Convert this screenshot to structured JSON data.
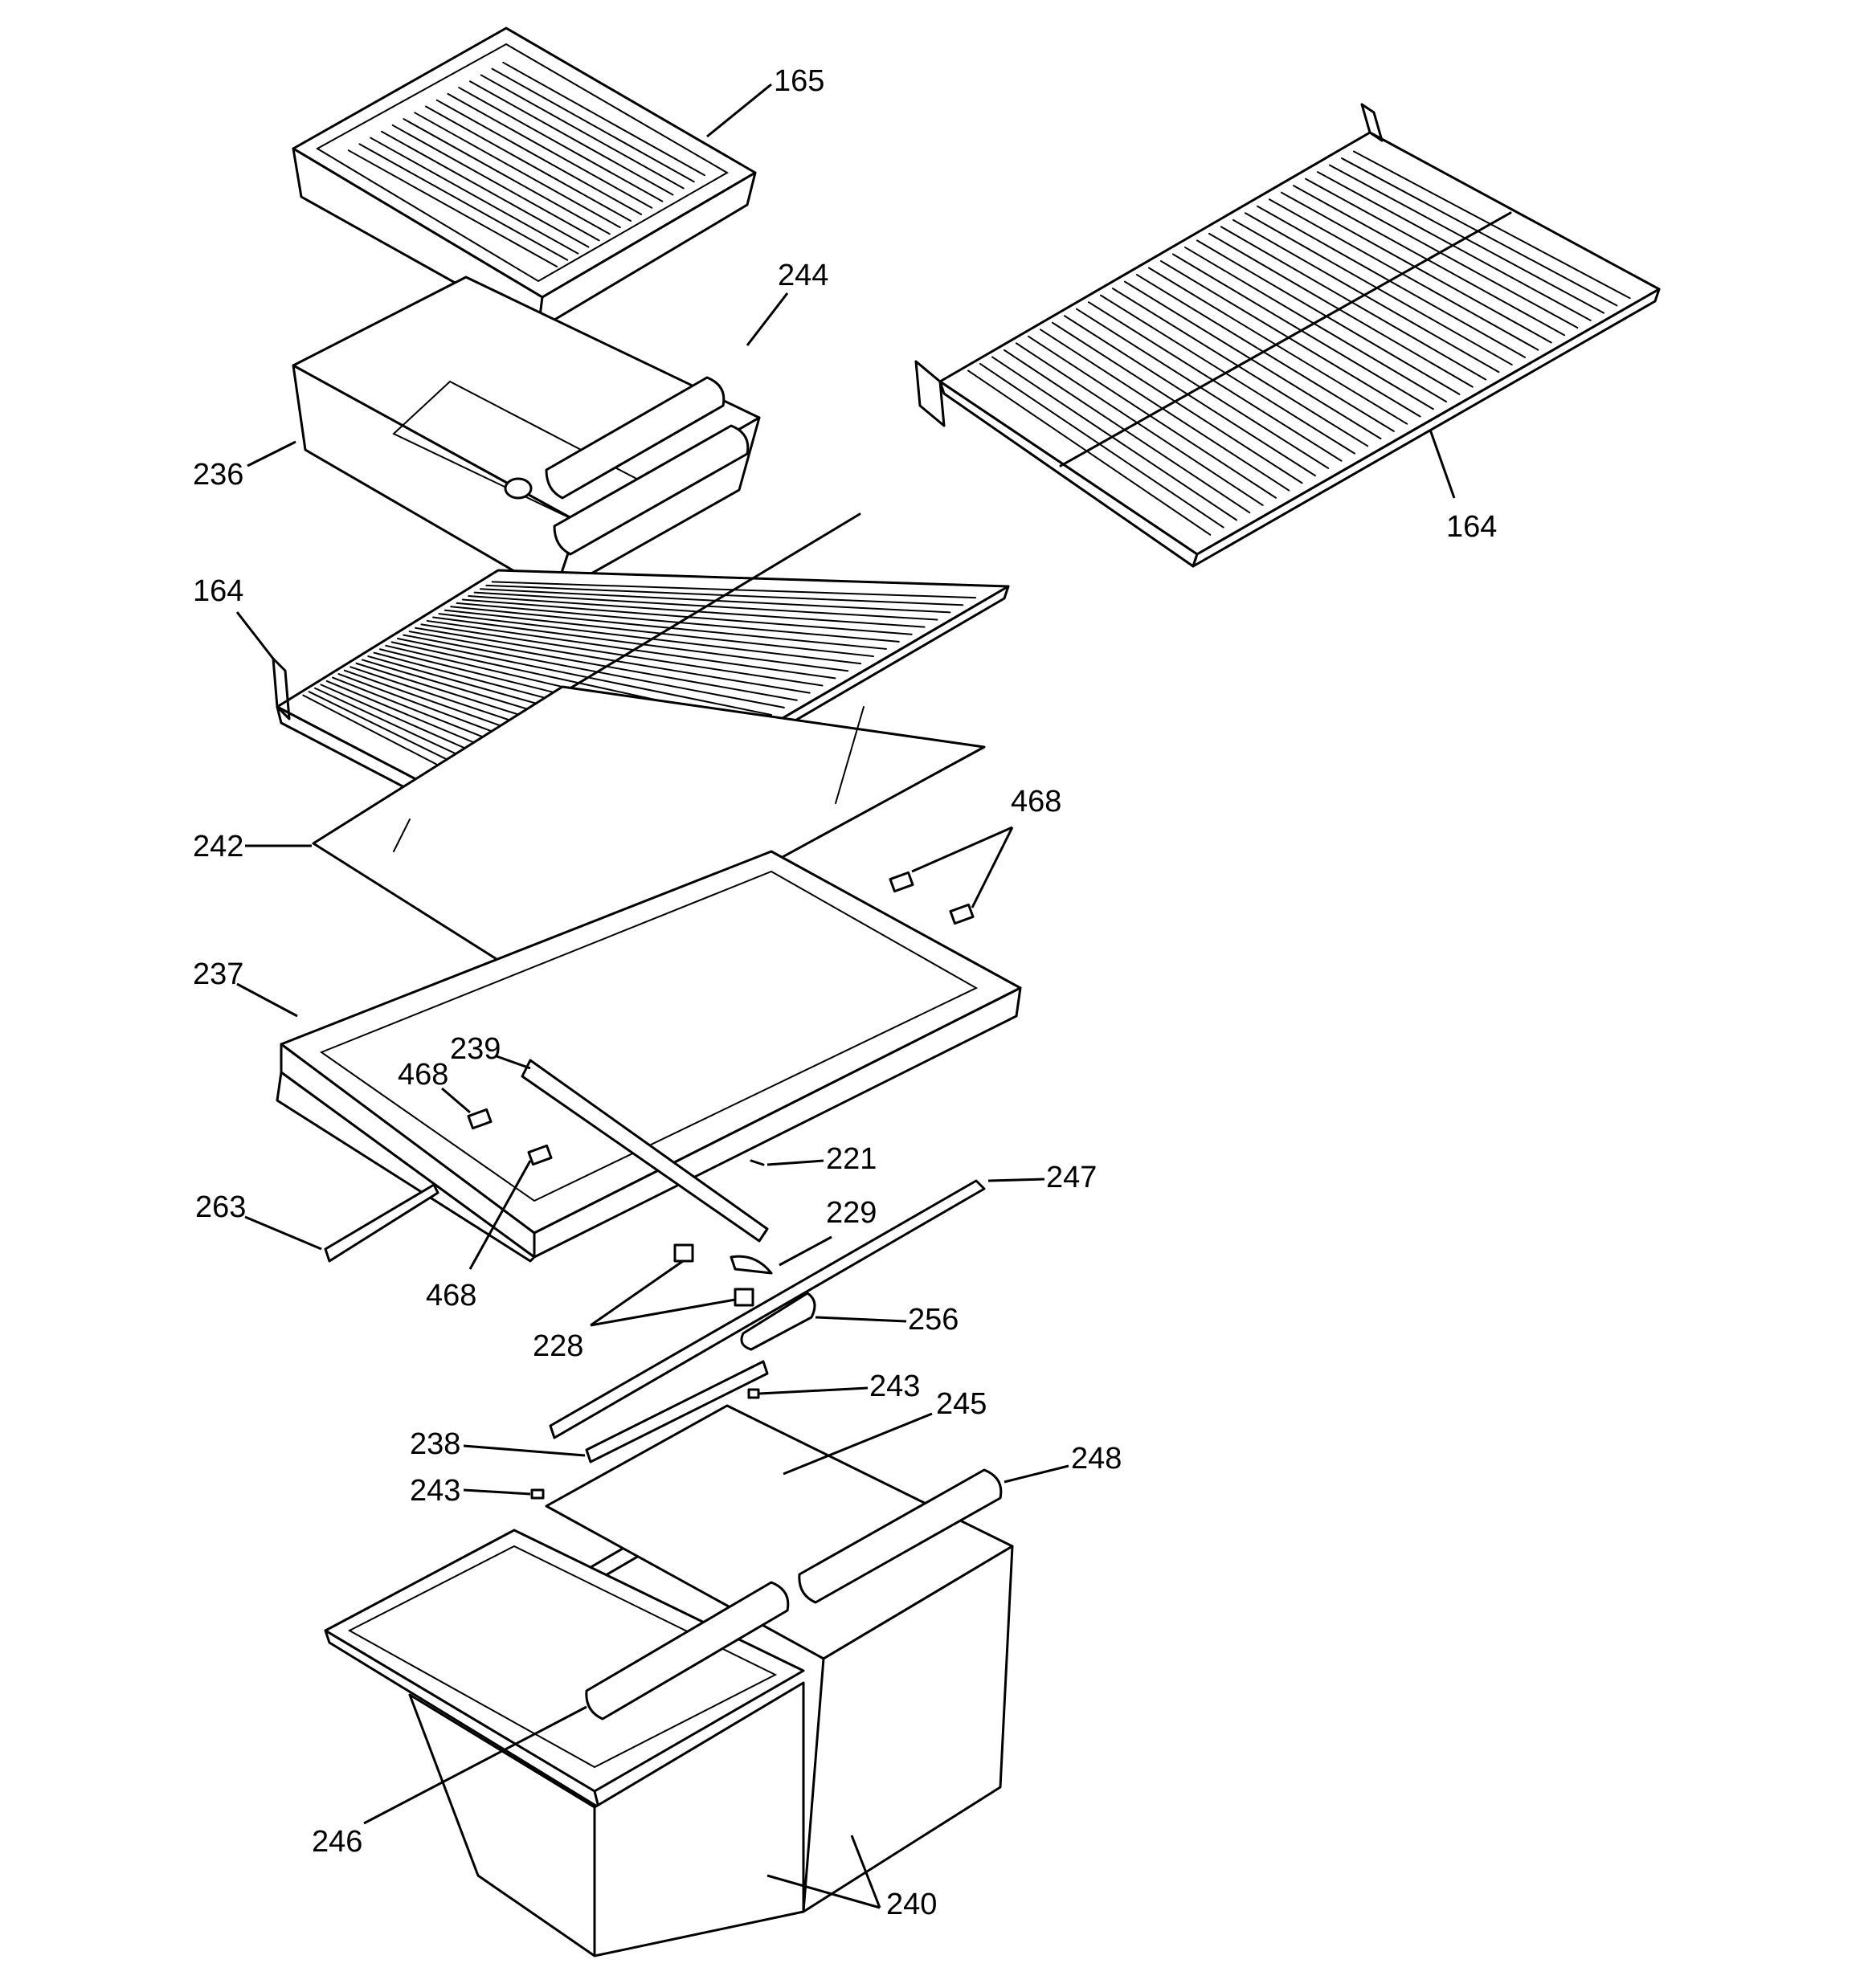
{
  "diagram": {
    "callouts": {
      "c165": "165",
      "c244": "244",
      "c236": "236",
      "c164_left": "164",
      "c164_right": "164",
      "c242": "242",
      "c468_top": "468",
      "c237": "237",
      "c239": "239",
      "c468_mid": "468",
      "c221": "221",
      "c247": "247",
      "c229": "229",
      "c263": "263",
      "c468_bottom": "468",
      "c228": "228",
      "c256": "256",
      "c243_top": "243",
      "c245": "245",
      "c238": "238",
      "c248": "248",
      "c243_left": "243",
      "c246": "246",
      "c240": "240"
    }
  }
}
